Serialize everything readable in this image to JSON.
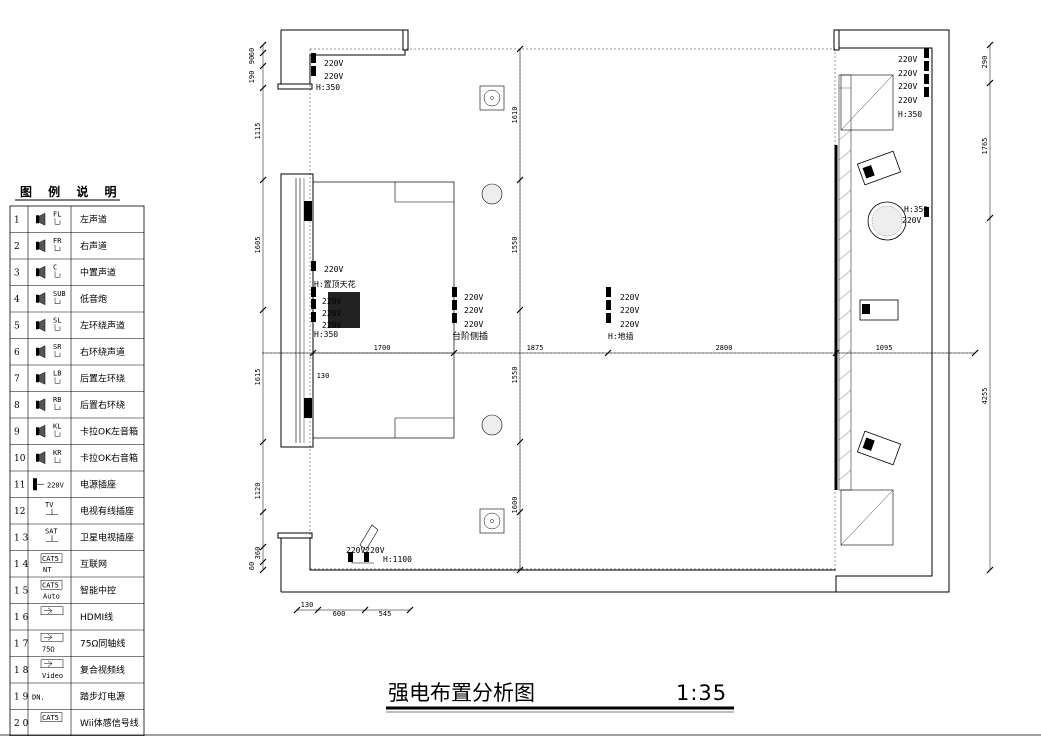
{
  "title": "强电布置分析图",
  "scale": "1:35",
  "legend": {
    "heading": "图 例 说 明",
    "rows": [
      {
        "no": "1",
        "code": "FL",
        "desc": "左声道"
      },
      {
        "no": "2",
        "code": "FR",
        "desc": "右声道"
      },
      {
        "no": "3",
        "code": "C",
        "desc": "中置声道"
      },
      {
        "no": "4",
        "code": "SUB",
        "desc": "低音炮"
      },
      {
        "no": "5",
        "code": "SL",
        "desc": "左环绕声道"
      },
      {
        "no": "6",
        "code": "SR",
        "desc": "右环绕声道"
      },
      {
        "no": "7",
        "code": "LB",
        "desc": "后置左环绕"
      },
      {
        "no": "8",
        "code": "RB",
        "desc": "后置右环绕"
      },
      {
        "no": "9",
        "code": "KL",
        "desc": "卡拉OK左音箱"
      },
      {
        "no": "10",
        "code": "KR",
        "desc": "卡拉OK右音箱"
      },
      {
        "no": "11",
        "code": "220V",
        "desc": "电源插座"
      },
      {
        "no": "12",
        "code": "TV",
        "desc": "电视有线插座"
      },
      {
        "no": "1 3",
        "code": "SAT",
        "desc": "卫星电视插座"
      },
      {
        "no": "1 4",
        "code": "CAT5",
        "code2": "NT",
        "desc": "互联网"
      },
      {
        "no": "1 5",
        "code": "CAT5",
        "code2": "Auto",
        "desc": "智能中控"
      },
      {
        "no": "1 6",
        "code": "",
        "desc": "HDMI线"
      },
      {
        "no": "1 7",
        "code": "75Ω",
        "desc": "75Ω同轴线"
      },
      {
        "no": "1 8",
        "code": "Video",
        "desc": "复合视频线"
      },
      {
        "no": "1 9",
        "code": "DN.",
        "desc": "踏步灯电源"
      },
      {
        "no": "2 0",
        "code": "CAT5",
        "desc": "Wii体感信号线"
      }
    ]
  },
  "labels": {
    "v220": "220V",
    "h350": "H:350",
    "h1100": "H:1100",
    "ceiling": "H:置顶天花",
    "step_side": "台阶侧插",
    "floor_socket": "H:地插",
    "v220v220": "220V220V"
  },
  "dimensions": {
    "left": [
      "60",
      "90",
      "190",
      "1115",
      "1605",
      "1615",
      "1120",
      "360",
      "60"
    ],
    "right": [
      "290",
      "1765",
      "4255"
    ],
    "middle_vertical": [
      "1610",
      "1550",
      "1550",
      "1600"
    ],
    "horizontal": [
      "1700",
      "1875",
      "2800",
      "1095"
    ],
    "bottom": [
      "130",
      "600",
      "545"
    ],
    "inner": "130"
  }
}
